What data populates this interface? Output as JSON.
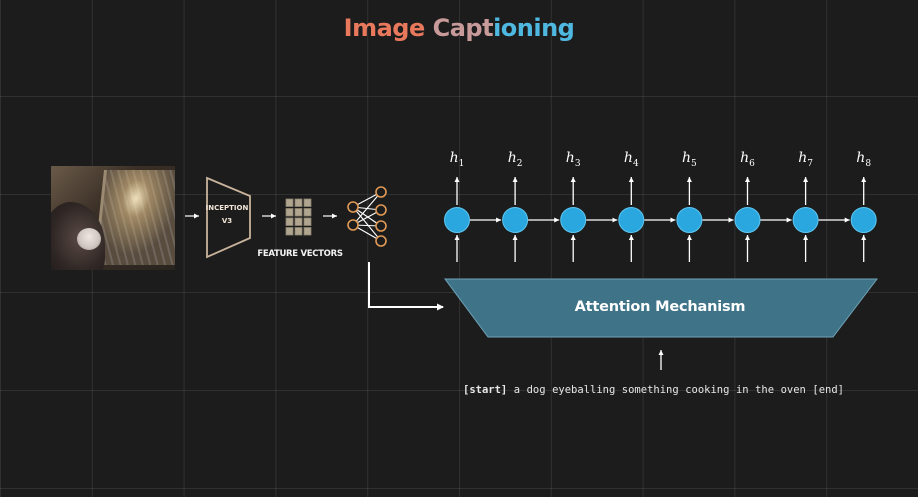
{
  "title": {
    "part1": "Image",
    "part2": "Capt",
    "part3": "ioning"
  },
  "encoder": {
    "cnn_label_line1": "INCEPTION",
    "cnn_label_line2": "V3",
    "features_label": "FEATURE VECTORS"
  },
  "rnn": {
    "hidden_states": [
      {
        "base": "h",
        "sub": "1"
      },
      {
        "base": "h",
        "sub": "2"
      },
      {
        "base": "h",
        "sub": "3"
      },
      {
        "base": "h",
        "sub": "4"
      },
      {
        "base": "h",
        "sub": "5"
      },
      {
        "base": "h",
        "sub": "6"
      },
      {
        "base": "h",
        "sub": "7"
      },
      {
        "base": "h",
        "sub": "8"
      }
    ]
  },
  "attention": {
    "label": "Attention Mechanism"
  },
  "caption": {
    "tokens": [
      "[start]",
      "a",
      "dog",
      "eyeballing",
      "something",
      "cooking",
      "in",
      "the",
      "oven",
      "[end]"
    ]
  },
  "colors": {
    "node_fill": "#2aa7de",
    "trapezoid_fill": "#3f7488",
    "cnn_stroke": "#c9b39b",
    "neural_stroke": "#e09a55",
    "feature_cell": "#b0a58e"
  }
}
